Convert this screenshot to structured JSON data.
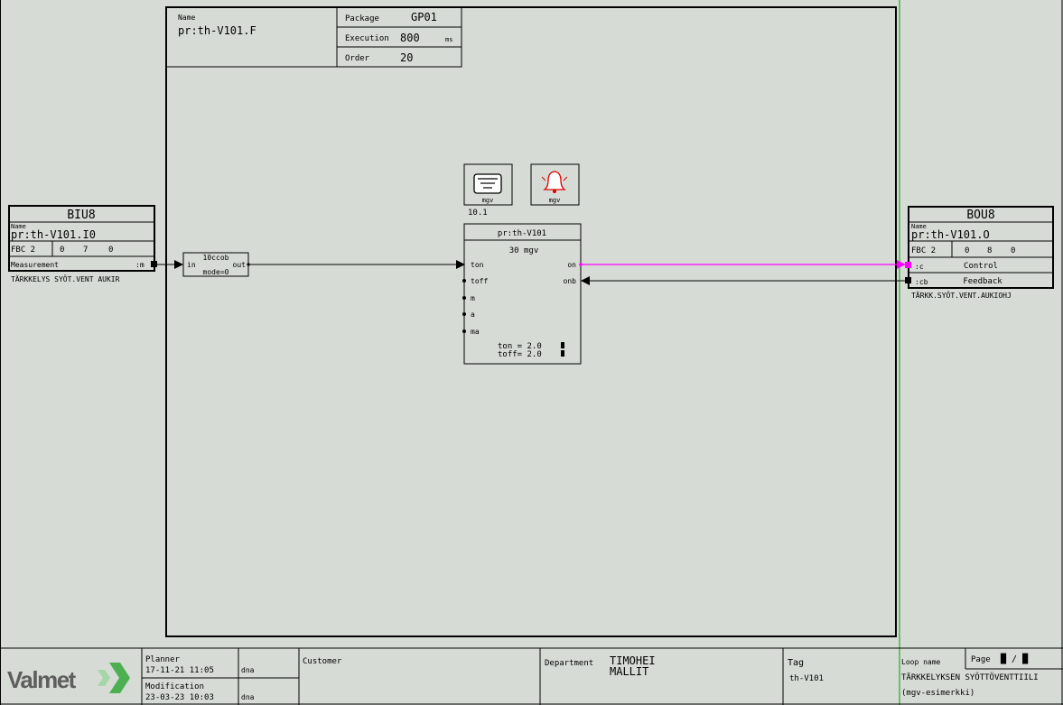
{
  "header": {
    "name_label": "Name",
    "name_value": "pr:th-V101.F",
    "package_label": "Package",
    "package_value": "GP01",
    "execution_label": "Execution",
    "execution_value": "800",
    "execution_unit": "ms",
    "order_label": "Order",
    "order_value": "20"
  },
  "input_block": {
    "type": "BIU8",
    "name_label": "Name",
    "name_value": "pr:th-V101.I0",
    "fbc": "FBC 2",
    "cell1": "0",
    "cell2": "7",
    "cell3": "0",
    "port_label": "Measurement",
    "port_pin": ":m",
    "description": "TÄRKKELYS SYÖT.VENT AUKIR"
  },
  "converter_block": {
    "title": "10ccob",
    "in_label": "in",
    "out_label": "out",
    "mode": "mode=0"
  },
  "icons": {
    "display_label": "mgv",
    "display_value": "10.1",
    "alarm_label": "mgv"
  },
  "main_block": {
    "title": "pr:th-V101",
    "subtitle": "30 mgv",
    "inputs": [
      "ton",
      "toff",
      "m",
      "a",
      "ma"
    ],
    "out_on": "on",
    "out_onb": "onb",
    "param_ton": "ton = 2.0",
    "param_toff": "toff= 2.0"
  },
  "output_block": {
    "type": "BOU8",
    "name_label": "Name",
    "name_value": "pr:th-V101.O",
    "fbc": "FBC 2",
    "cell1": "0",
    "cell2": "8",
    "cell3": "0",
    "port1_pin": ":c",
    "port1_label": "Control",
    "port2_pin": ":cb",
    "port2_label": "Feedback",
    "description": "TÄRKK.SYÖT.VENT.AUKIOHJ"
  },
  "footer": {
    "logo_text": "Valmet",
    "planner_label": "Planner",
    "planner_date": "17-11-21 11:05",
    "planner_user": "dna",
    "modification_label": "Modification",
    "modification_date": "23-03-23 10:03",
    "modification_user": "dna",
    "customer_label": "Customer",
    "department_label": "Department",
    "department_line1": "TIMOHEI",
    "department_line2": "MALLIT",
    "tag_label": "Tag",
    "tag_value": "th-V101",
    "loop_label": "Loop name",
    "page_label": "Page",
    "page_value": "█ / █",
    "loop_line1": "TÄRKKELYKSEN SYÖTTÖVENTTIILI",
    "loop_line2": "(mgv-esimerkki)"
  },
  "colors": {
    "background": "#d6dbd6",
    "signal_highlight": "#ff00ff",
    "page_border": "#00a000",
    "alarm_red": "#dd0000"
  }
}
